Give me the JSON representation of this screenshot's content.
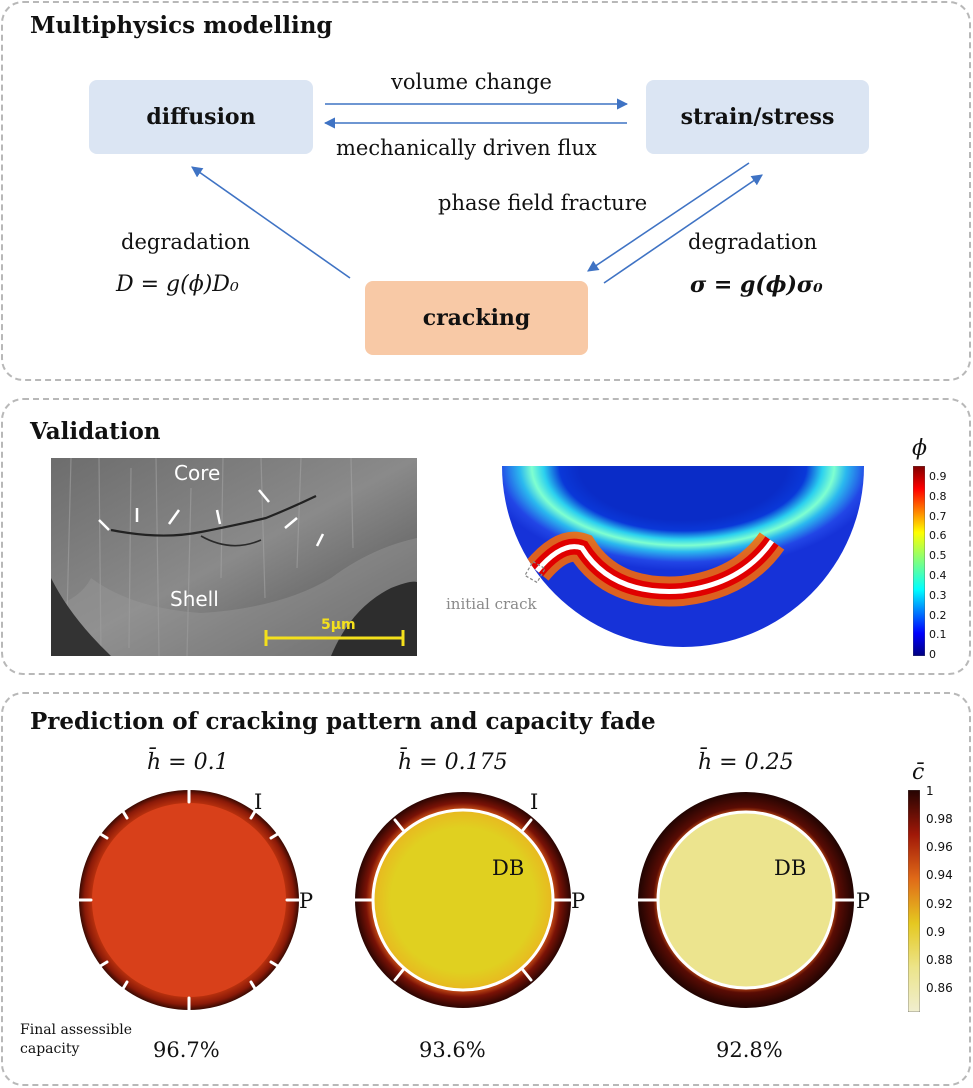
{
  "panel1": {
    "title": "Multiphysics modelling",
    "nodes": {
      "diffusion": "diffusion",
      "strain": "strain/stress",
      "cracking": "cracking"
    },
    "arrows": {
      "volume_change": "volume change",
      "mech_flux": "mechanically driven flux",
      "phase_field": "phase field fracture",
      "degradation_left": "degradation",
      "degradation_right": "degradation"
    },
    "equations": {
      "left": "D = g(ϕ)D₀",
      "right": "σ = g(ϕ)σ₀"
    },
    "colors": {
      "blue_box": "#dbe5f3",
      "orange_box": "#f8c9a6",
      "arrow": "#3f73c4"
    }
  },
  "panel2": {
    "title": "Validation",
    "micrograph": {
      "core": "Core",
      "shell": "Shell",
      "scalebar": "5μm"
    },
    "initial_crack": "initial crack",
    "colorbar": {
      "symbol": "ϕ",
      "ticks": [
        "0.9",
        "0.8",
        "0.7",
        "0.6",
        "0.5",
        "0.4",
        "0.3",
        "0.2",
        "0.1",
        "0"
      ]
    }
  },
  "panel3": {
    "title": "Prediction of cracking pattern and capacity fade",
    "cases": [
      {
        "label": "h̄ = 0.1",
        "capacity": "96.7%",
        "tags": [
          "I",
          "P"
        ]
      },
      {
        "label": "h̄ = 0.175",
        "capacity": "93.6%",
        "tags": [
          "I",
          "DB",
          "P"
        ]
      },
      {
        "label": "h̄ = 0.25",
        "capacity": "92.8%",
        "tags": [
          "DB",
          "P"
        ]
      }
    ],
    "capacity_label": [
      "Final assessible",
      "capacity"
    ],
    "colorbar": {
      "symbol": "c̄",
      "ticks": [
        "1",
        "0.98",
        "0.96",
        "0.94",
        "0.92",
        "0.9",
        "0.88",
        "0.86"
      ]
    }
  }
}
